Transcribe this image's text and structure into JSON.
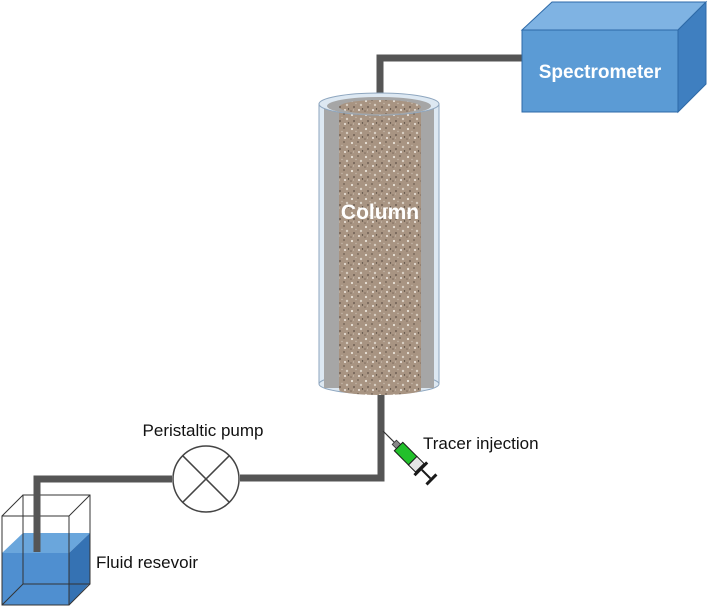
{
  "labels": {
    "spectrometer": "Spectrometer",
    "column": "Column",
    "pump": "Peristaltic pump",
    "tracer": "Tracer injection",
    "reservoir": "Fluid resevoir"
  },
  "colors": {
    "tubing": "#555555",
    "spectrometer_front": "#5b9bd5",
    "spectrometer_top": "#7fb3e3",
    "spectrometer_side": "#3f7fc0",
    "column_glass": "#dde8f2",
    "column_wall": "#a6a6a6",
    "packing": "#a89482",
    "reservoir_fluid": "#4f8fd0",
    "syringe_green": "#22c02b"
  }
}
